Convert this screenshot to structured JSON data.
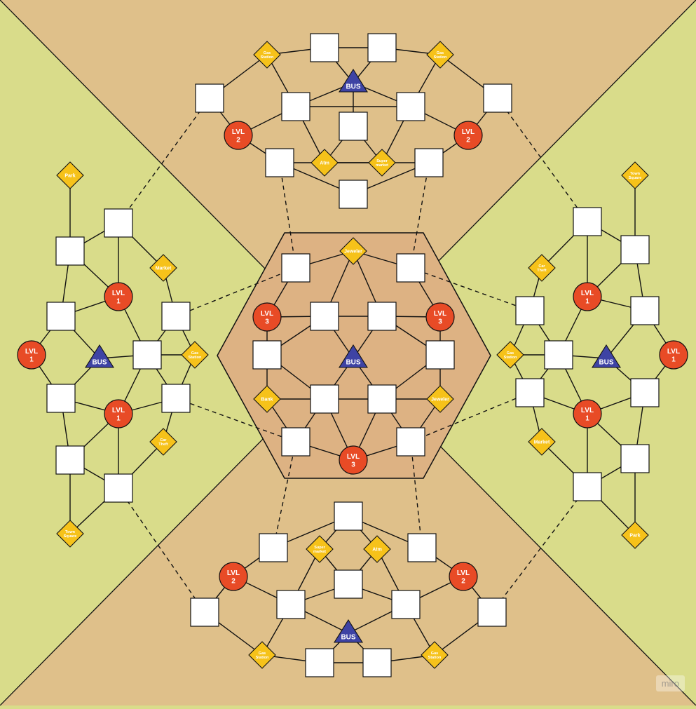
{
  "diagram": {
    "watermark": "miro",
    "colors": {
      "side_zone": "#d9dc8a",
      "vertical_zone": "#dfc08a",
      "center_hex": "#ddb283",
      "edge": "#111111",
      "node_square_fill": "#ffffff",
      "level_circle_fill": "#e84b26",
      "level_text": "#ffffff",
      "poi_diamond_fill": "#f6c21a",
      "poi_text": "#ffffff",
      "bus_fill": "#3e43a4",
      "bus_text": "#ffffff"
    },
    "labels": {
      "lvl1": "LVL 1",
      "lvl2": "LVL 2",
      "lvl3": "LVL 3",
      "bus": "BUS",
      "gas_station": "Gas Station",
      "atm": "Atm",
      "supermarket": "Super market",
      "jeweler": "Jeweler",
      "bank": "Bank",
      "market": "Market",
      "park": "Park",
      "car_theft": "Car Theft",
      "town_square": "Town Square"
    },
    "icons": {
      "level": "level-circle-icon",
      "poi": "poi-diamond-icon",
      "bus": "bus-stop-triangle-icon",
      "location": "location-square-icon"
    }
  }
}
